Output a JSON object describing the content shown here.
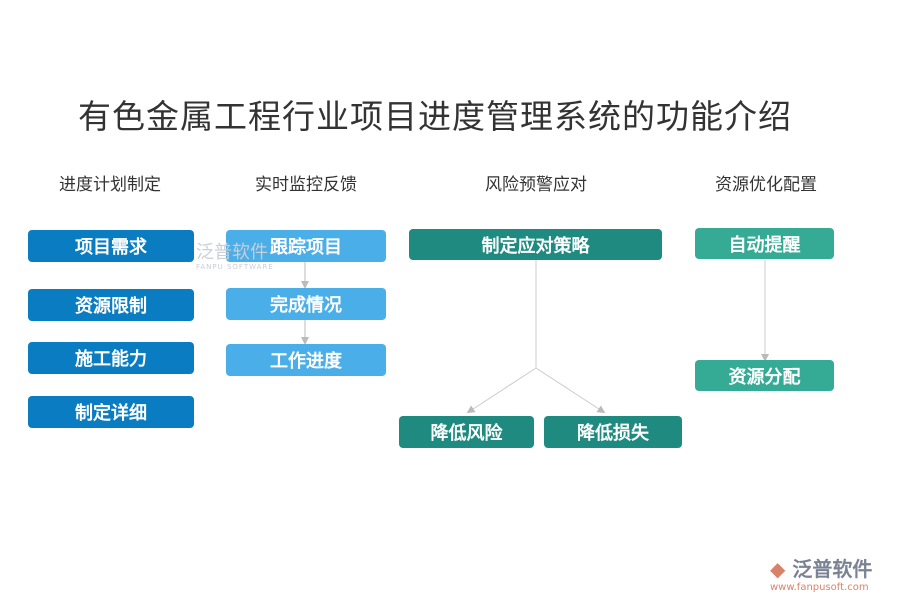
{
  "title": "有色金属工程行业项目进度管理系统的功能介绍",
  "columns": [
    {
      "heading": "进度计划制定",
      "items": [
        "项目需求",
        "资源限制",
        "施工能力",
        "制定详细"
      ]
    },
    {
      "heading": "实时监控反馈",
      "items": [
        "跟踪项目",
        "完成情况",
        "工作进度"
      ]
    },
    {
      "heading": "风险预警应对",
      "items": [
        "制定应对策略",
        "降低风险",
        "降低损失"
      ]
    },
    {
      "heading": "资源优化配置",
      "items": [
        "自动提醒",
        "资源分配"
      ]
    }
  ],
  "watermark": {
    "name": "泛普软件",
    "sub": "FANPU SOFTWARE"
  },
  "logo": {
    "name": "泛普软件",
    "url": "www.fanpusoft.com"
  },
  "colors": {
    "col1": "#0a7cc2",
    "col2": "#4aaee8",
    "col3": "#1f8b80",
    "col4": "#35ab96"
  }
}
